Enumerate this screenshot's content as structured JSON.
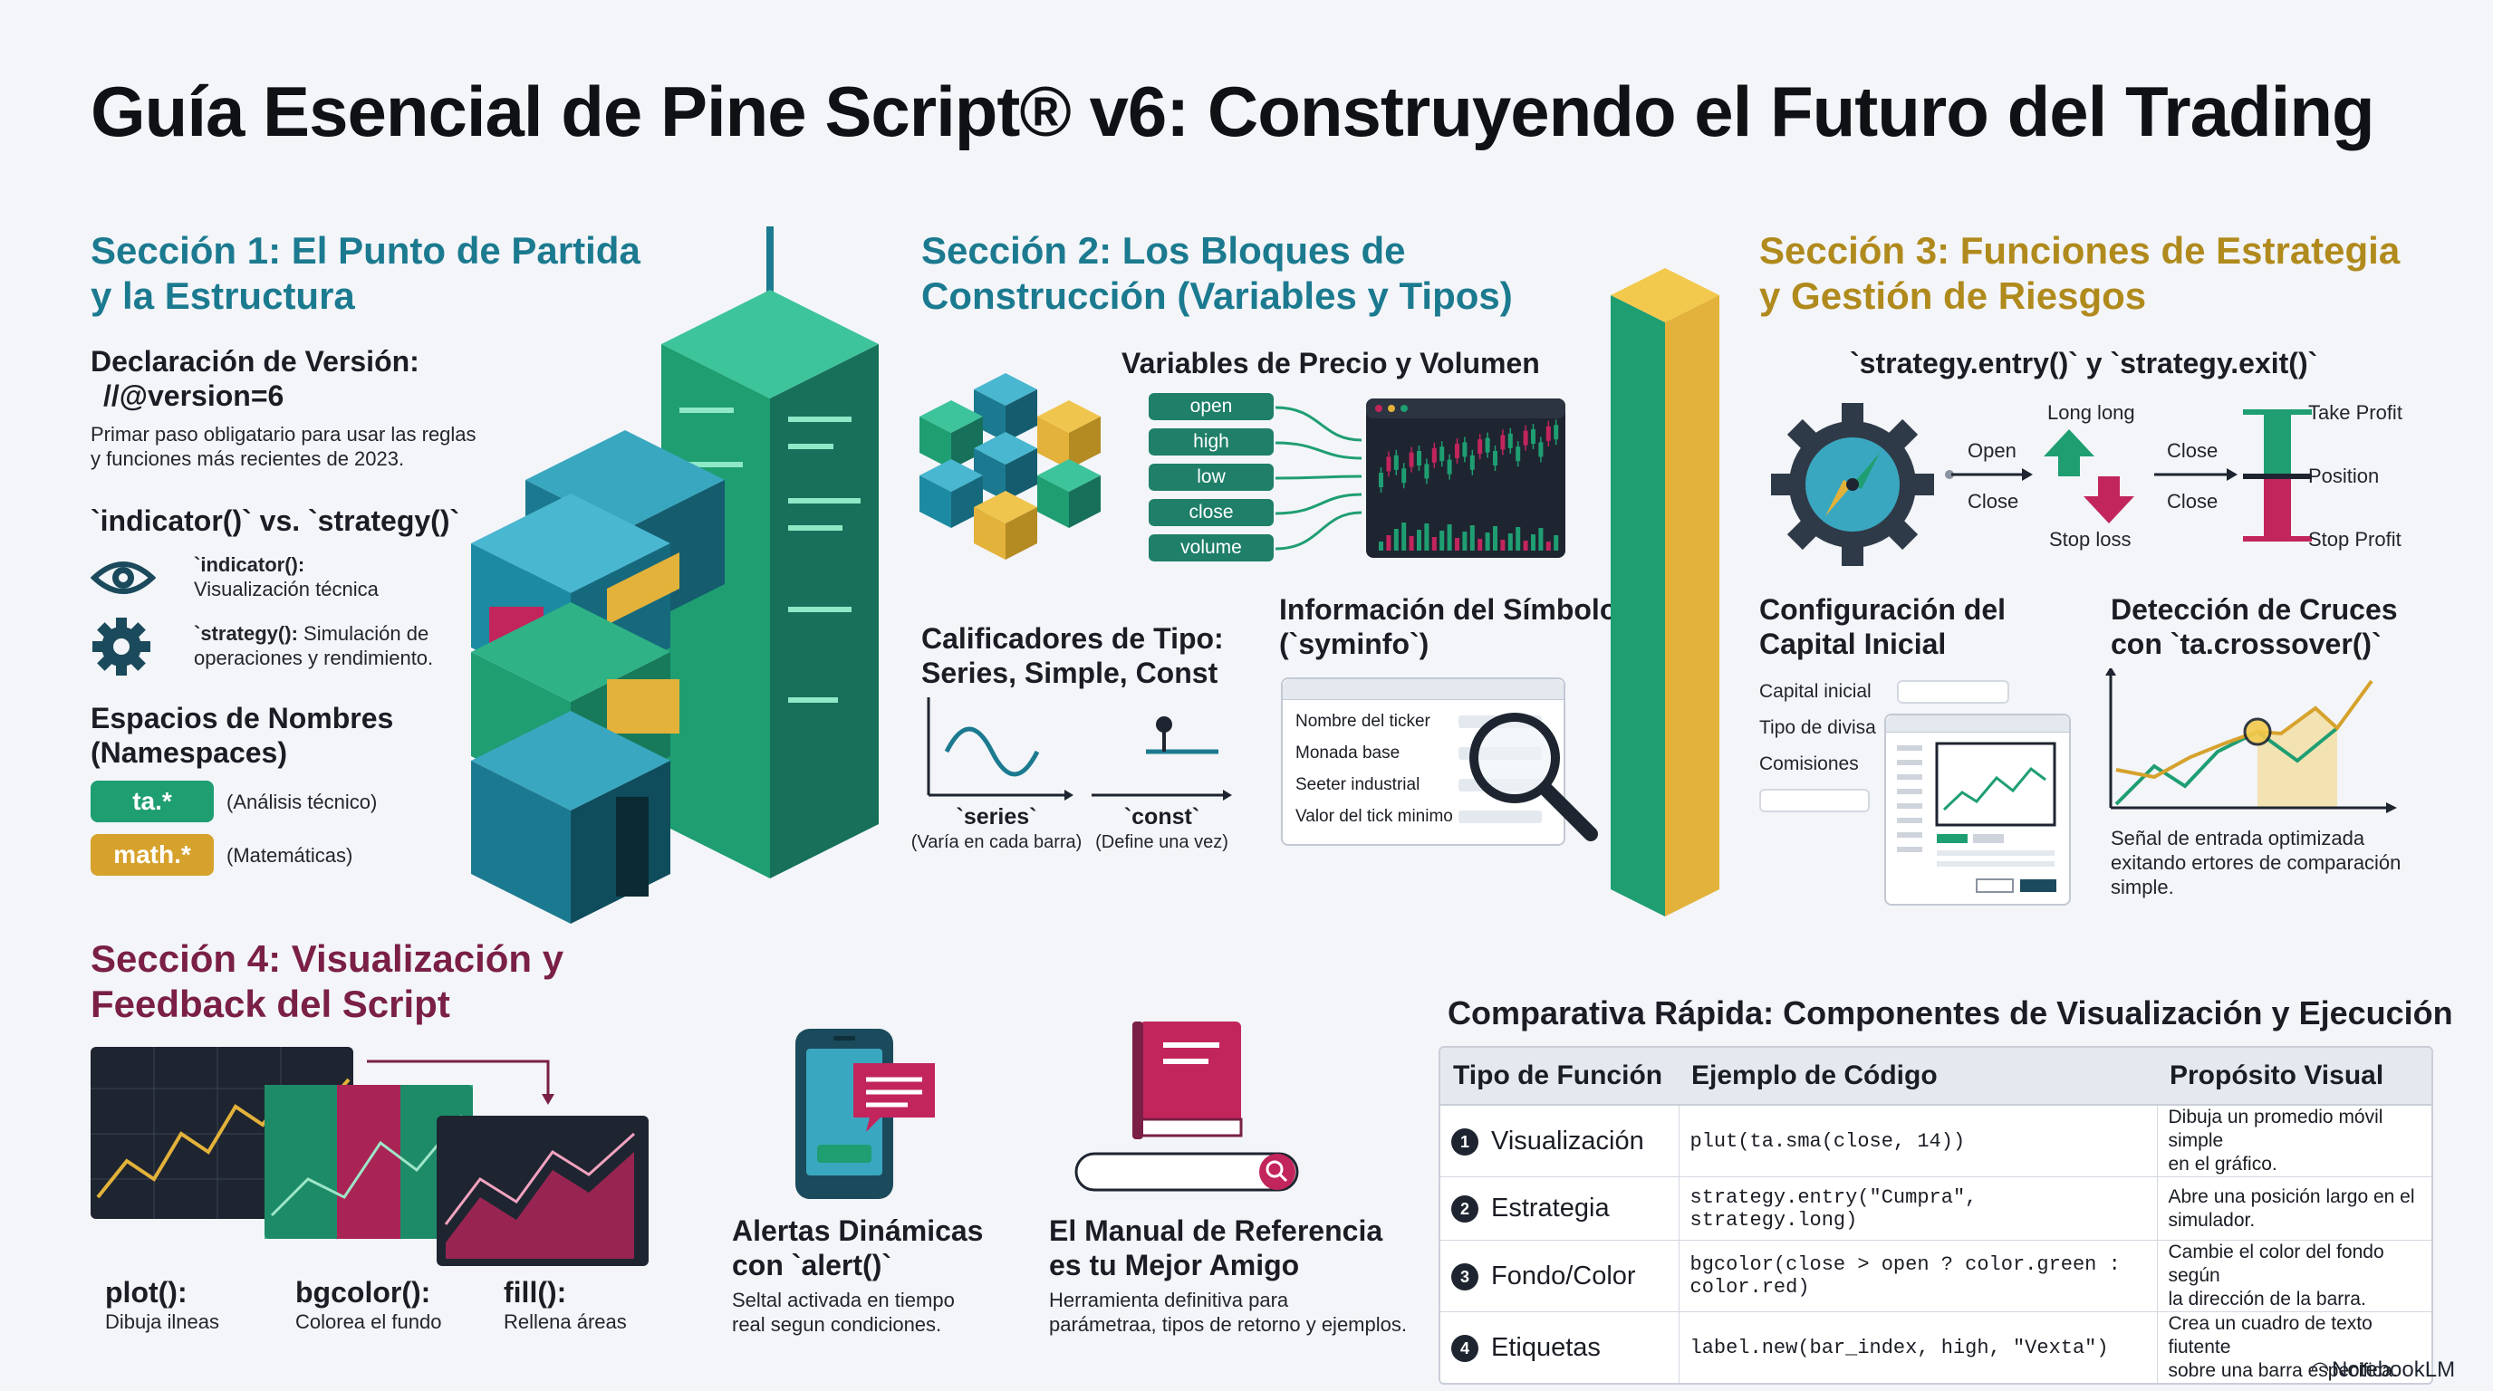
{
  "title": "Guía Esencial de Pine Script® v6: Construyendo el Futuro del Trading",
  "s1": {
    "heading": [
      "Sección 1: El Punto de Partida",
      "y la Estructura"
    ],
    "version_title": "Declaración de Versión:",
    "version_code": "//@version=6",
    "version_desc": [
      "Primar paso obligatario para usar las reglas",
      "y funciones más recientes de 2023."
    ],
    "ind_vs_strat": "`indicator()` vs. `strategy()`",
    "indicator_label": "`indicator():",
    "indicator_desc": "Visualización técnica",
    "strategy_label": "`strategy():",
    "strategy_desc": "Simulación de",
    "strategy_desc2": "operaciones y rendimiento.",
    "ns_title": [
      "Espacios de Nombres",
      "(Namespaces)"
    ],
    "ns_ta": "ta.*",
    "ns_ta_desc": "(Análisis técnico)",
    "ns_math": "math.*",
    "ns_math_desc": "(Matemáticas)"
  },
  "s2": {
    "heading": [
      "Sección 2: Los Bloques de",
      "Construcción (Variables y Tipos)"
    ],
    "price_title": "Variables de Precio y Volumen",
    "price_vars": [
      "open",
      "high",
      "low",
      "close",
      "volume"
    ],
    "qual_title": [
      "Calificadores de Tipo:",
      "Series, Simple, Const"
    ],
    "series_label": "`series`",
    "series_desc": "(Varía en cada barra)",
    "const_label": "`const`",
    "const_desc": "(Define una vez)",
    "syminfo_title": [
      "Información del Símbolo",
      "(`syminfo`)"
    ],
    "syminfo_rows": [
      "Nombre del ticker",
      "Monada base",
      "Seeter industrial",
      "Valor del tick minimo"
    ]
  },
  "s3": {
    "heading": [
      "Sección 3: Funciones de Estrategia",
      "y Gestión de Riesgos"
    ],
    "entry_title": "`strategy.entry()` y `strategy.exit()`",
    "open": "Open",
    "close_left": "Close",
    "long_long": "Long long",
    "stop_loss": "Stop loss",
    "close_r1": "Close",
    "close_r2": "Close",
    "take_profit": "Take Profit",
    "position": "Position",
    "stop_profit": "Stop Profit",
    "capital_title": [
      "Configuración del",
      "Capital Inicial"
    ],
    "capital_rows": [
      "Capital inicial",
      "Tipo de divisa",
      "Comisiones"
    ],
    "cross_title": [
      "Detección de Cruces",
      "con `ta.crossover()`"
    ],
    "cross_desc": [
      "Señal de entrada optimizada",
      "exitando ertores de comparación",
      "simple."
    ]
  },
  "s4": {
    "heading": [
      "Sección 4: Visualización y",
      "Feedback del Script"
    ],
    "plot_label": "plot():",
    "plot_desc": "Dibuja ilneas",
    "bgcolor_label": "bgcolor():",
    "bgcolor_desc": "Colorea el fundo",
    "fill_label": "fill():",
    "fill_desc": "Rellena áreas",
    "alerts_title": [
      "Alertas Dinámicas",
      "con `alert()`"
    ],
    "alerts_desc": [
      "Seltal activada en tiempo",
      "real segun condiciones."
    ],
    "manual_title": [
      "El Manual de Referencia",
      "es tu Mejor Amigo"
    ],
    "manual_desc": [
      "Herramienta definitiva para",
      "parámetraa, tipos de retorno y ejemplos."
    ]
  },
  "table": {
    "title": "Comparativa Rápida: Componentes de Visualización y Ejecución",
    "headers": [
      "Tipo de Función",
      "Ejemplo de Código",
      "Propósito Visual"
    ],
    "rows": [
      {
        "num": "1",
        "type": "Visualización",
        "code": "plut(ta.sma(close, 14))",
        "purpose": [
          "Dibuja un promedio móvil simple",
          "en el gráfico."
        ]
      },
      {
        "num": "2",
        "type": "Estrategia",
        "code": "strategy.entry(\"Cumpra\", strategy.long)",
        "purpose": [
          "Abre una posición largo en el",
          "simulador."
        ]
      },
      {
        "num": "3",
        "type": "Fondo/Color",
        "code": "bgcolor(close > open ? color.green : color.red)",
        "purpose": [
          "Cambie el color del fondo según",
          "la dirección de la barra."
        ]
      },
      {
        "num": "4",
        "type": "Etiquetas",
        "code": "label.new(bar_index, high, \"Vexta\")",
        "purpose": [
          "Crea un cuadro de texto fiutente",
          "sobre una barra especifica."
        ]
      }
    ]
  },
  "footer": "NotebookLM",
  "colors": {
    "teal": "#1b7a8f",
    "green": "#1f9e72",
    "gold": "#e3b23a",
    "maroon": "#7a1f45",
    "crimson": "#c2255c"
  }
}
